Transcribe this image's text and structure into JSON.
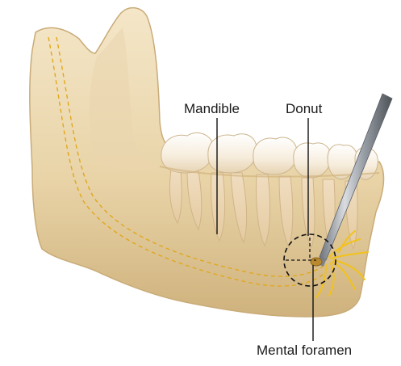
{
  "labels": {
    "mandible": "Mandible",
    "donut": "Donut",
    "mental_foramen": "Mental foramen"
  }
}
